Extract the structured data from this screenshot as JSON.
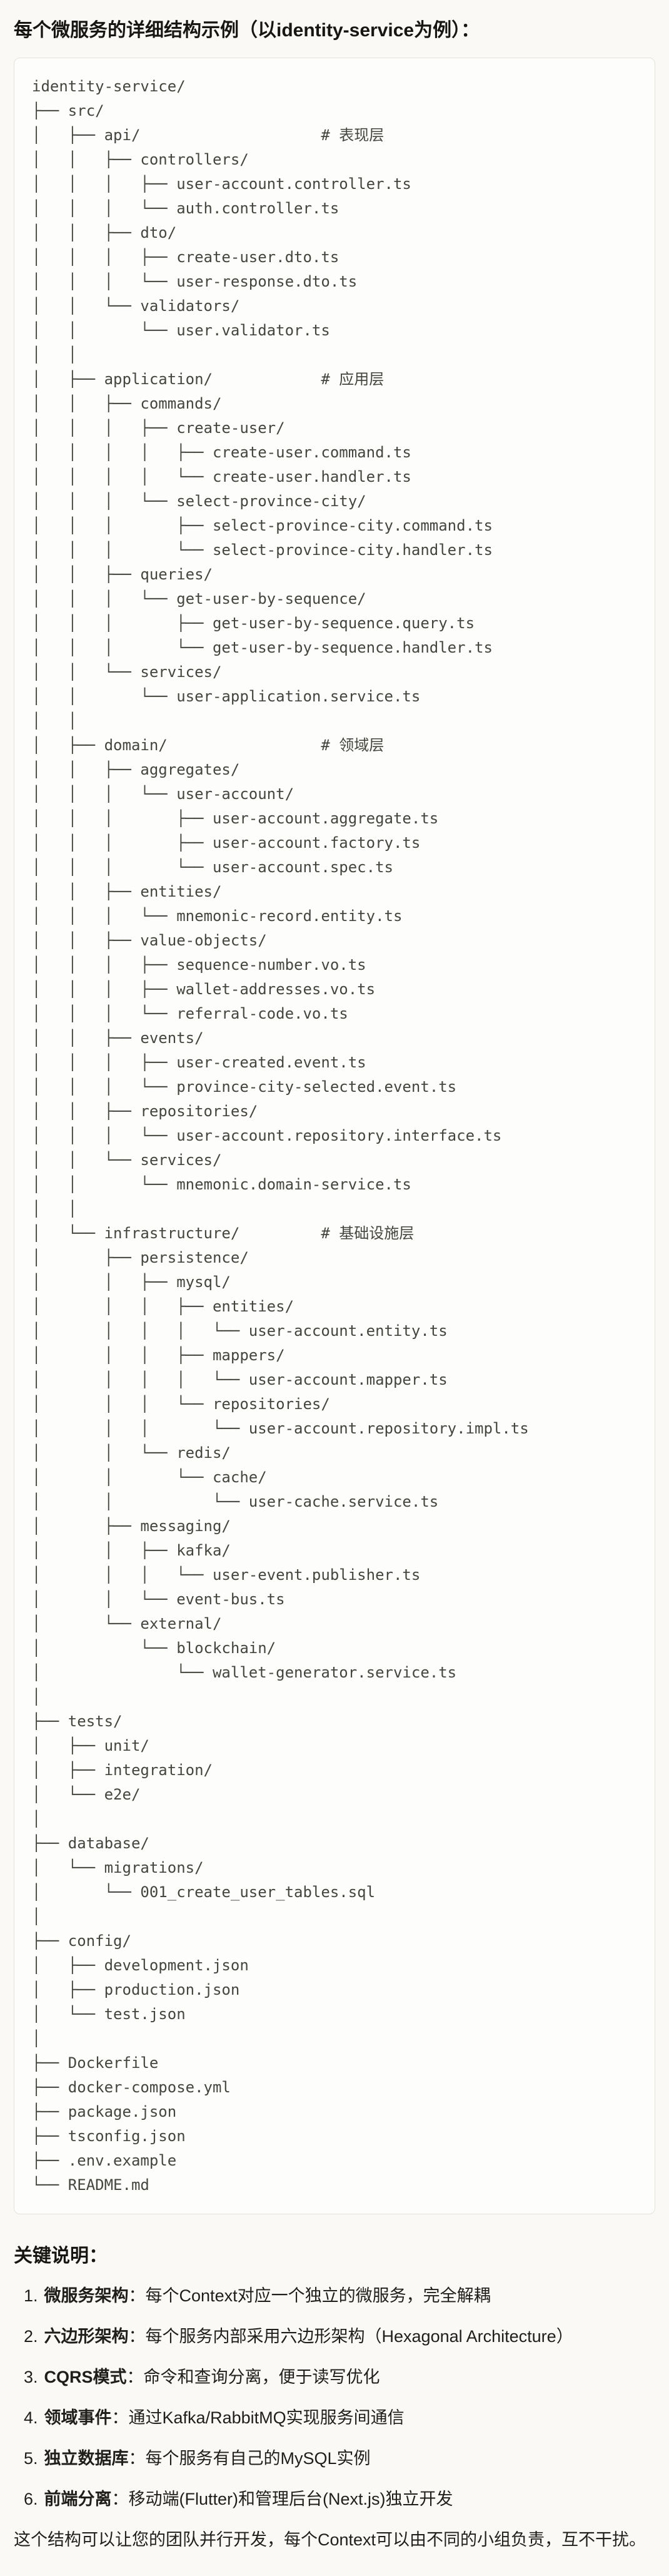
{
  "page": {
    "title": "每个微服务的详细结构示例（以identity-service为例）：",
    "footer": "这个结构可以让您的团队并行开发，每个Context可以由不同的小组负责，互不干扰。"
  },
  "tree": {
    "lines": [
      "identity-service/",
      "├── src/",
      "│   ├── api/                    # 表现层",
      "│   │   ├── controllers/",
      "│   │   │   ├── user-account.controller.ts",
      "│   │   │   └── auth.controller.ts",
      "│   │   ├── dto/",
      "│   │   │   ├── create-user.dto.ts",
      "│   │   │   └── user-response.dto.ts",
      "│   │   └── validators/",
      "│   │       └── user.validator.ts",
      "│   │",
      "│   ├── application/            # 应用层",
      "│   │   ├── commands/",
      "│   │   │   ├── create-user/",
      "│   │   │   │   ├── create-user.command.ts",
      "│   │   │   │   └── create-user.handler.ts",
      "│   │   │   └── select-province-city/",
      "│   │   │       ├── select-province-city.command.ts",
      "│   │   │       └── select-province-city.handler.ts",
      "│   │   ├── queries/",
      "│   │   │   └── get-user-by-sequence/",
      "│   │   │       ├── get-user-by-sequence.query.ts",
      "│   │   │       └── get-user-by-sequence.handler.ts",
      "│   │   └── services/",
      "│   │       └── user-application.service.ts",
      "│   │",
      "│   ├── domain/                 # 领域层",
      "│   │   ├── aggregates/",
      "│   │   │   └── user-account/",
      "│   │   │       ├── user-account.aggregate.ts",
      "│   │   │       ├── user-account.factory.ts",
      "│   │   │       └── user-account.spec.ts",
      "│   │   ├── entities/",
      "│   │   │   └── mnemonic-record.entity.ts",
      "│   │   ├── value-objects/",
      "│   │   │   ├── sequence-number.vo.ts",
      "│   │   │   ├── wallet-addresses.vo.ts",
      "│   │   │   └── referral-code.vo.ts",
      "│   │   ├── events/",
      "│   │   │   ├── user-created.event.ts",
      "│   │   │   └── province-city-selected.event.ts",
      "│   │   ├── repositories/",
      "│   │   │   └── user-account.repository.interface.ts",
      "│   │   └── services/",
      "│   │       └── mnemonic.domain-service.ts",
      "│   │",
      "│   └── infrastructure/         # 基础设施层",
      "│       ├── persistence/",
      "│       │   ├── mysql/",
      "│       │   │   ├── entities/",
      "│       │   │   │   └── user-account.entity.ts",
      "│       │   │   ├── mappers/",
      "│       │   │   │   └── user-account.mapper.ts",
      "│       │   │   └── repositories/",
      "│       │   │       └── user-account.repository.impl.ts",
      "│       │   └── redis/",
      "│       │       └── cache/",
      "│       │           └── user-cache.service.ts",
      "│       ├── messaging/",
      "│       │   ├── kafka/",
      "│       │   │   └── user-event.publisher.ts",
      "│       │   └── event-bus.ts",
      "│       └── external/",
      "│           └── blockchain/",
      "│               └── wallet-generator.service.ts",
      "│",
      "├── tests/",
      "│   ├── unit/",
      "│   ├── integration/",
      "│   └── e2e/",
      "│",
      "├── database/",
      "│   └── migrations/",
      "│       └── 001_create_user_tables.sql",
      "│",
      "├── config/",
      "│   ├── development.json",
      "│   ├── production.json",
      "│   └── test.json",
      "│",
      "├── Dockerfile",
      "├── docker-compose.yml",
      "├── package.json",
      "├── tsconfig.json",
      "├── .env.example",
      "└── README.md"
    ]
  },
  "notes": {
    "heading": "关键说明：",
    "items": [
      {
        "num": "1.",
        "label": "微服务架构",
        "text": "：每个Context对应一个独立的微服务，完全解耦"
      },
      {
        "num": "2.",
        "label": "六边形架构",
        "text": "：每个服务内部采用六边形架构（Hexagonal Architecture）"
      },
      {
        "num": "3.",
        "label": "CQRS模式",
        "text": "：命令和查询分离，便于读写优化"
      },
      {
        "num": "4.",
        "label": "领域事件",
        "text": "：通过Kafka/RabbitMQ实现服务间通信"
      },
      {
        "num": "5.",
        "label": "独立数据库",
        "text": "：每个服务有自己的MySQL实例"
      },
      {
        "num": "6.",
        "label": "前端分离",
        "text": "：移动端(Flutter)和管理后台(Next.js)独立开发"
      }
    ]
  }
}
